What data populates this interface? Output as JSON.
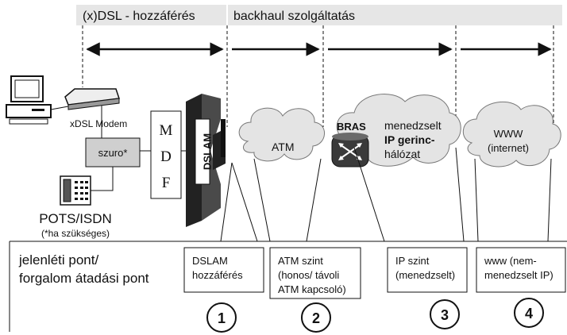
{
  "header": {
    "access_label": "(x)DSL - hozzáférés",
    "backhaul_label": "backhaul szolgáltatás"
  },
  "devices": {
    "modem_label": "xDSL Modem",
    "filter_label": "szuro*",
    "mdf_letters": [
      "M",
      "D",
      "F"
    ],
    "dslam_label": "DSLAM",
    "phone_label": "POTS/ISDN",
    "phone_note": "(*ha szükséges)",
    "bras_label": "BRAS"
  },
  "clouds": {
    "atm": "ATM",
    "ip_lines": [
      "menedzselt",
      "IP gerinc-",
      "hálózat"
    ],
    "www_lines": [
      "WWW",
      "(internet)"
    ]
  },
  "legend": {
    "title_lines": [
      "jelenléti pont/",
      "forgalom átadási pont"
    ]
  },
  "points": [
    {
      "number": "1",
      "lines": [
        "DSLAM",
        "hozzáférés"
      ]
    },
    {
      "number": "2",
      "lines": [
        "ATM szint",
        "(honos/ távoli",
        "ATM kapcsoló)"
      ]
    },
    {
      "number": "3",
      "lines": [
        "IP szint",
        "(menedzselt)"
      ]
    },
    {
      "number": "4",
      "lines": [
        "www (nem-",
        "menedzselt IP)"
      ]
    }
  ],
  "colors": {
    "bar": "#e6e6e6",
    "cloud": "#e4e4e4",
    "dslam_dark": "#333333",
    "filter": "#cfcfcf",
    "line": "#111111"
  }
}
